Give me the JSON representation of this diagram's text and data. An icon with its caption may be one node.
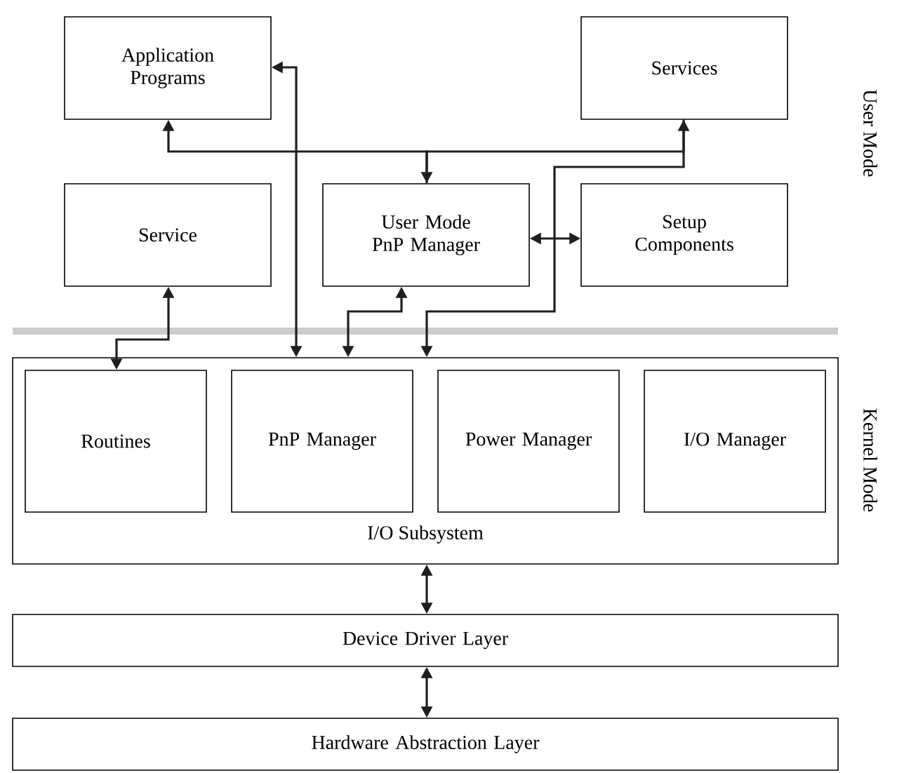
{
  "diagram": {
    "nodes": [
      {
        "text": [
          "Application Programs"
        ]
      },
      {
        "text": [
          "Services"
        ]
      },
      {
        "text": [
          "Service"
        ]
      },
      {
        "text": [
          "User Mode PnP Manager"
        ]
      },
      {
        "text": [
          "Setup Components"
        ]
      },
      {
        "text": [
          "I/O Subsystem"
        ]
      },
      {
        "text": [
          "Routines"
        ],
        "in": 5
      },
      {
        "text": [
          "PnP Manager"
        ],
        "in": 5
      },
      {
        "text": [
          "Power Manager"
        ],
        "in": 5
      },
      {
        "text": [
          "I/O Manager"
        ],
        "in": 5
      },
      {
        "text": [
          "Device Driver Layer"
        ]
      },
      {
        "text": [
          "Hardware Abstraction Layer"
        ]
      }
    ],
    "edges": [
      {
        "from": 0,
        "to": 3,
        "arrow": "both"
      },
      {
        "from": 3,
        "to": 1,
        "arrow": "to"
      },
      {
        "from": 0,
        "to": 5,
        "arrow": "both"
      },
      {
        "from": 1,
        "to": 5,
        "arrow": "to"
      },
      {
        "from": 3,
        "to": 5,
        "arrow": "both"
      },
      {
        "from": 3,
        "to": 4,
        "arrow": "both"
      },
      {
        "from": 2,
        "to": 6,
        "arrow": "both"
      },
      {
        "from": 5,
        "to": 10,
        "arrow": "both"
      },
      {
        "from": 10,
        "to": 11,
        "arrow": "both"
      }
    ],
    "labels": [
      "User Mode",
      "Kernel Mode"
    ]
  }
}
